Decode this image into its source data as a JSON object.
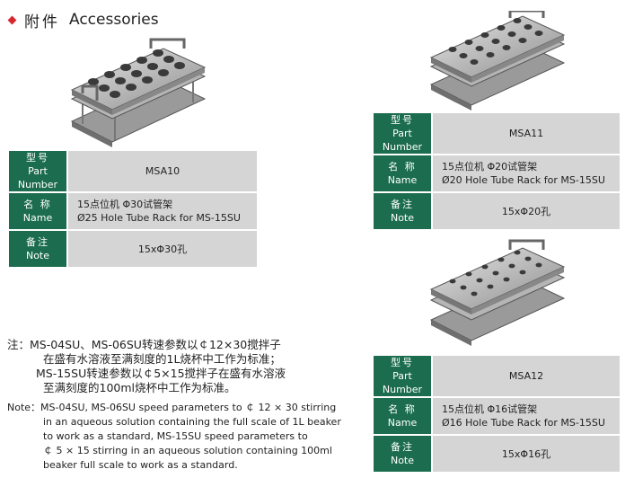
{
  "heading": {
    "zh": "附件",
    "en": "Accessories"
  },
  "labels": {
    "part_zh": "型号",
    "part_en": "Part Number",
    "name_zh": "名 称",
    "name_en": "Name",
    "note_zh": "备注",
    "note_en": "Note"
  },
  "products": [
    {
      "part": "MSA10",
      "name_zh": "15点位机 Φ30试管架",
      "name_en": "Ø25 Hole Tube Rack for MS-15SU",
      "note": "15xΦ30孔"
    },
    {
      "part": "MSA11",
      "name_zh": "15点位机 Φ20试管架",
      "name_en": "Ø20 Hole Tube Rack for MS-15SU",
      "note": "15xΦ20孔"
    },
    {
      "part": "MSA12",
      "name_zh": "15点位机 Φ16试管架",
      "name_en": "Ø16 Hole Tube Rack for MS-15SU",
      "note": "15xΦ16孔"
    }
  ],
  "notes": {
    "zh": [
      "注：MS-04SU、MS-06SU转速参数以￠12×30搅拌子",
      "在盛有水溶液至满刻度的1L烧杯中工作为标准；",
      "MS-15SU转速参数以￠5×15搅拌子在盛有水溶液",
      "至满刻度的100ml烧杯中工作为标准。"
    ],
    "en": [
      "Note：MS-04SU, MS-06SU speed parameters to ￠ 12 × 30 stirring",
      "in an aqueous solution containing the full scale of 1L beaker",
      "to work as a standard, MS-15SU speed parameters to",
      "￠ 5 × 15 stirring in an aqueous solution containing 100ml",
      "beaker full scale to work as a standard."
    ]
  }
}
